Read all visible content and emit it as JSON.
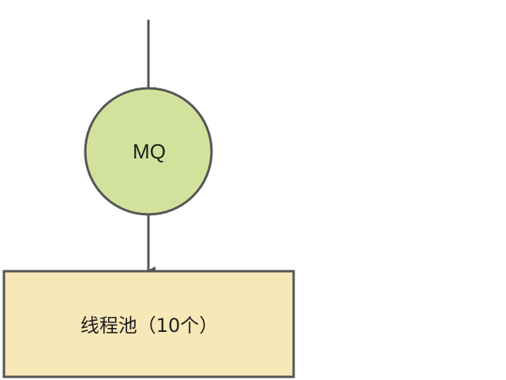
{
  "nodes": {
    "mq": {
      "label": "MQ",
      "fill": "#d2e29c",
      "stroke": "#555555"
    },
    "thread_pool": {
      "label": "线程池（10个）",
      "fill": "#f7e8b8",
      "stroke": "#555555"
    }
  },
  "edges": [
    {
      "from": "top",
      "to": "mq"
    },
    {
      "from": "mq",
      "to": "thread_pool"
    }
  ]
}
